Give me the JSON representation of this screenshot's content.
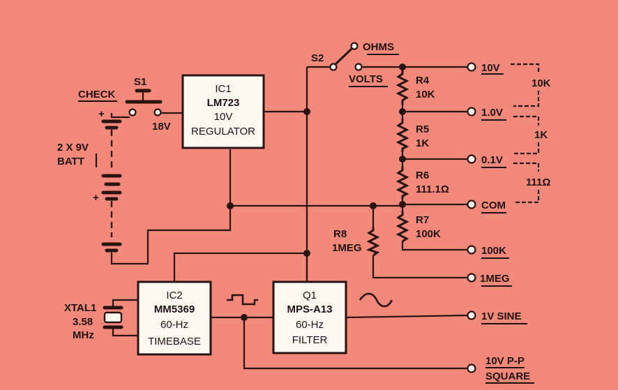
{
  "diagram": {
    "type": "circuit-schematic",
    "background_color": "#f2897a",
    "ink_color": "#2a1210",
    "ic1": {
      "ref": "IC1",
      "part": "LM723",
      "line3": "10V",
      "line4": "REGULATOR"
    },
    "ic2": {
      "ref": "IC2",
      "part": "MM5369",
      "line3": "60-Hz",
      "line4": "TIMEBASE"
    },
    "q1": {
      "ref": "Q1",
      "part": "MPS-A13",
      "line3": "60-Hz",
      "line4": "FILTER"
    },
    "s1": {
      "ref": "S1",
      "label": "CHECK"
    },
    "s2": {
      "ref": "S2",
      "pos_ohms": "OHMS",
      "pos_volts": "VOLTS"
    },
    "battery": {
      "line1": "2 X 9V",
      "line2": "BATT",
      "plus1": "+",
      "plus2": "+"
    },
    "supply_label": "18V",
    "xtal": {
      "ref": "XTAL1",
      "freq": "3.58",
      "unit": "MHz"
    },
    "resistors": [
      {
        "ref": "R4",
        "value": "10K"
      },
      {
        "ref": "R5",
        "value": "1K"
      },
      {
        "ref": "R6",
        "value": "111.1Ω"
      },
      {
        "ref": "R7",
        "value": "100K"
      },
      {
        "ref": "R8",
        "value": "1MEG"
      }
    ],
    "terminals": [
      {
        "label": "10V"
      },
      {
        "label": "1.0V"
      },
      {
        "label": "0.1V"
      },
      {
        "label": "COM"
      },
      {
        "label": "100K"
      },
      {
        "label": "1MEG"
      },
      {
        "label": "1V SINE"
      },
      {
        "label": "10V P-P",
        "label2": "SQUARE"
      }
    ],
    "brackets": [
      {
        "between": "10V-1.0V",
        "label": "10K"
      },
      {
        "between": "1.0V-0.1V",
        "label": "1K"
      },
      {
        "between": "0.1V-COM",
        "label": "111Ω"
      }
    ],
    "waveforms": {
      "square": "square-wave-icon",
      "sine": "sine-wave-icon"
    }
  }
}
